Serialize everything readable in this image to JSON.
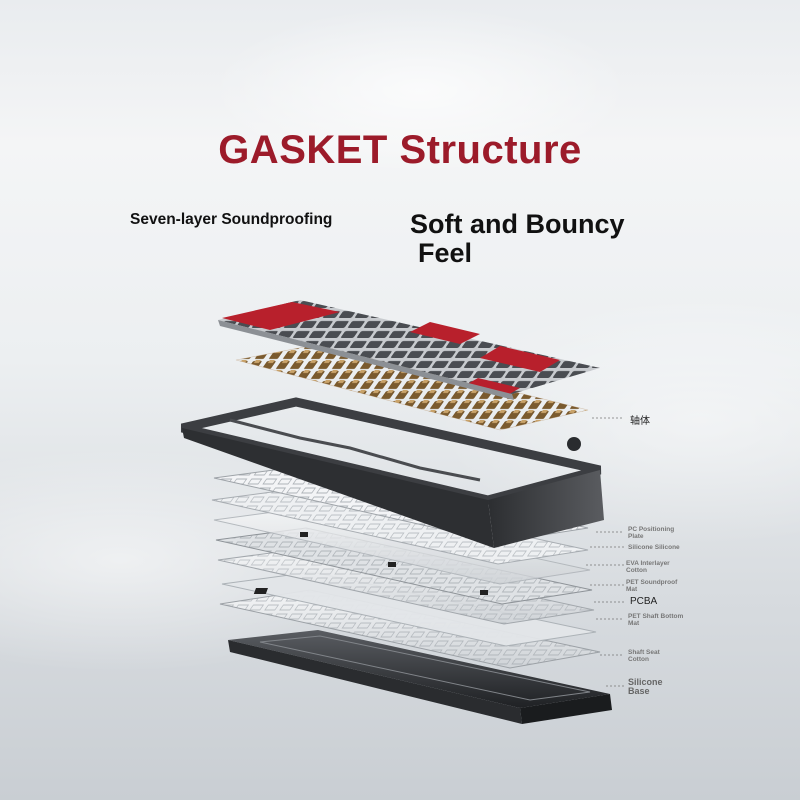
{
  "title": "GASKET Structure",
  "subtitle_left": "Seven-layer Soundproofing",
  "subtitle_right_line1": "Soft and Bouncy",
  "subtitle_right_line2": "Feel",
  "callouts": {
    "switch": "轴体",
    "pc_plate_1": "PC Positioning",
    "pc_plate_2": "Plate",
    "silicone_layer": "Silicone Silicone",
    "eva_1": "EVA Interlayer",
    "eva_2": "Cotton",
    "pet_sound_1": "PET Soundproof",
    "pet_sound_2": "Mat",
    "pcba": "PCBA",
    "pet_shaft_1": "PET Shaft Bottom",
    "pet_shaft_2": "Mat",
    "shaft_seat_1": "Shaft Seat",
    "shaft_seat_2": "Cotton",
    "silicone_base_1": "Silicone",
    "silicone_base_2": "Base"
  },
  "colors": {
    "title": "#9c1b2a",
    "keycap_red": "#b8202c",
    "keycap_grey": "#4a4d52",
    "switch_brown": "#7a5a2e",
    "frame_dark": "#3c3e42"
  }
}
